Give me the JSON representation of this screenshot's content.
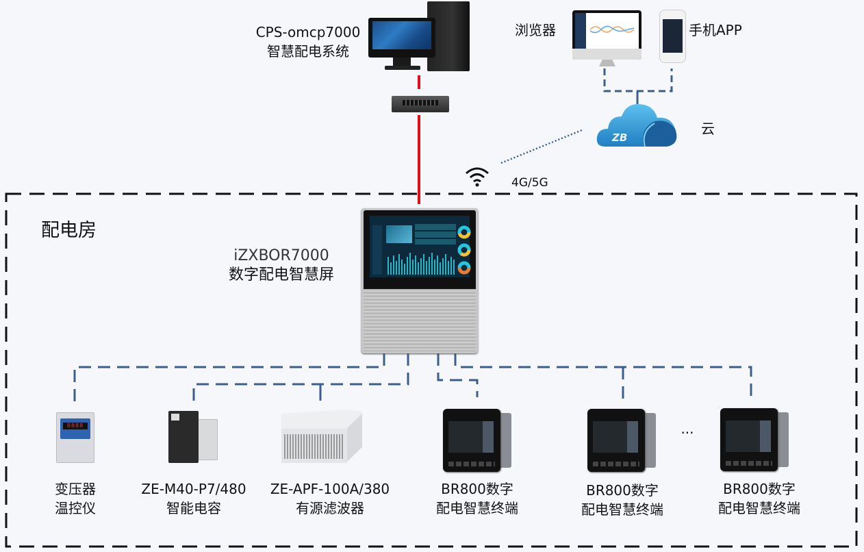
{
  "diagram": {
    "title_region": "配电房",
    "colors": {
      "fiber_link": "#e0101b",
      "bus_link": "#3b5e8c",
      "boundary": "#111111",
      "wireless_link": "#3b5e8c",
      "background": "#f5f7fb"
    },
    "nodes": {
      "system": {
        "line1": "CPS-omcp7000",
        "line2": "智慧配电系统",
        "icon": "desktop-pc-icon"
      },
      "switch": {
        "icon": "network-switch-icon"
      },
      "browser": {
        "label": "浏览器",
        "icon": "imac-browser-icon"
      },
      "mobile": {
        "label": "手机APP",
        "icon": "smartphone-icon"
      },
      "cloud": {
        "label": "云",
        "icon": "cloud-icon",
        "logo": "ZB"
      },
      "wireless": {
        "label": "4G/5G",
        "icon": "wifi-icon"
      },
      "smart_screen": {
        "line1": "iZXBOR7000",
        "line2": "数字配电智慧屏"
      },
      "devices": [
        {
          "line1": "变压器",
          "line2": "温控仪",
          "icon": "temperature-controller-icon"
        },
        {
          "line1": "ZE-M40-P7/480",
          "line2": "智能电容",
          "icon": "smart-capacitor-icon"
        },
        {
          "line1": "ZE-APF-100A/380",
          "line2": "有源滤波器",
          "icon": "active-filter-icon"
        },
        {
          "line1": "BR800数字",
          "line2": "配电智慧终端",
          "icon": "meter-terminal-icon"
        },
        {
          "line1": "BR800数字",
          "line2": "配电智慧终端",
          "icon": "meter-terminal-icon"
        },
        {
          "line1": "BR800数字",
          "line2": "配电智慧终端",
          "icon": "meter-terminal-icon"
        }
      ],
      "ellipsis": "···"
    }
  }
}
